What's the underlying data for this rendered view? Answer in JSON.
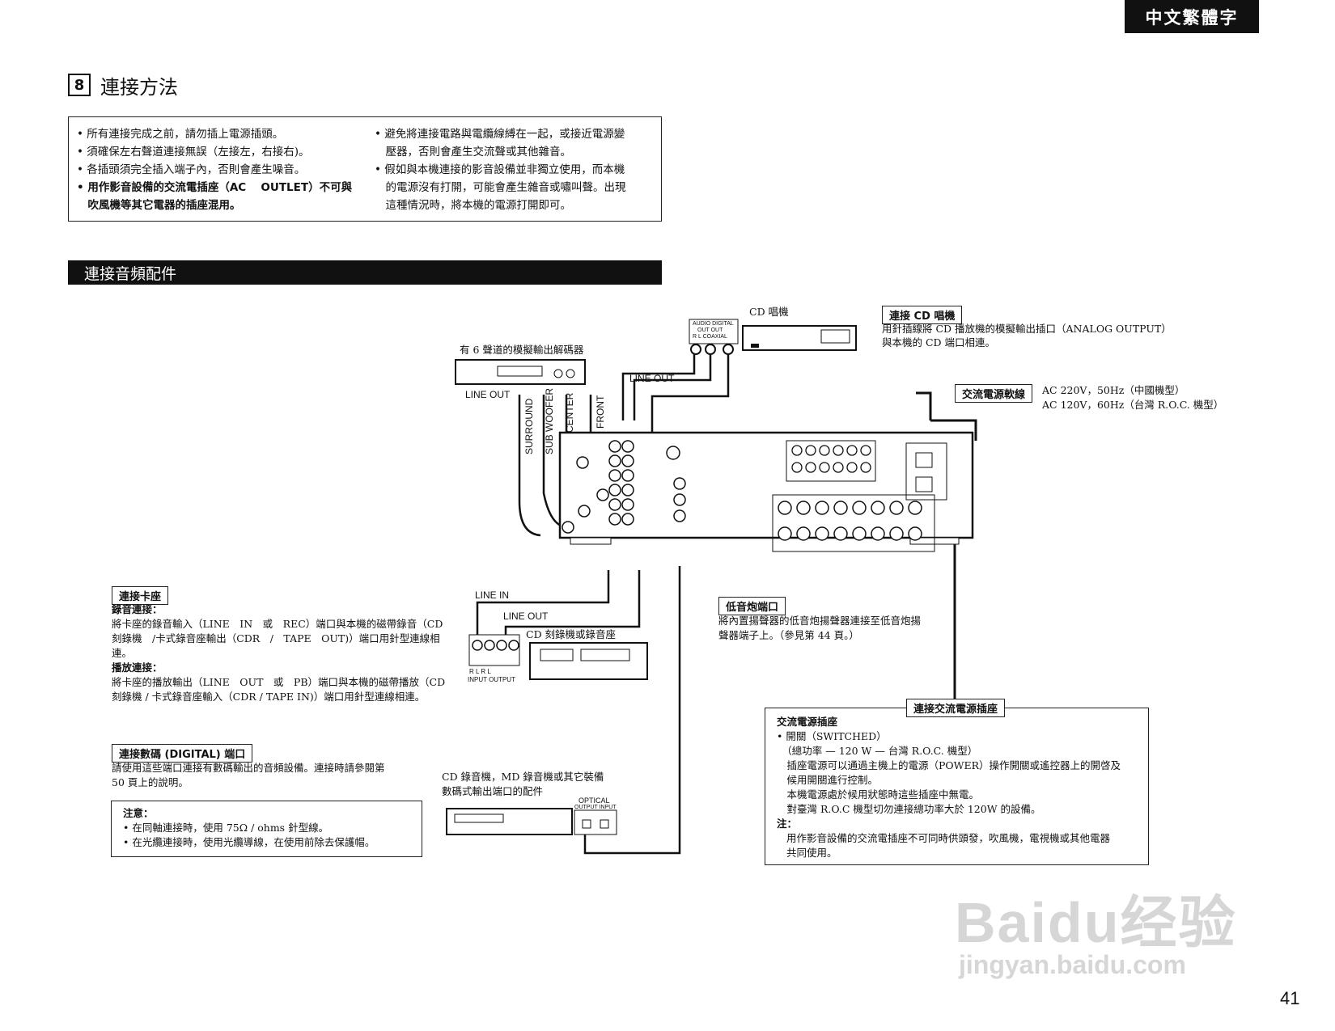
{
  "lang_tab": "中文繁體字",
  "section": {
    "number": "8",
    "title": "連接方法"
  },
  "notes": {
    "left": [
      "• 所有連接完成之前，請勿插上電源插頭。",
      "• 須確保左右聲道連接無誤（左接左，右接右)。",
      "• 各插頭須完全插入端子內，否則會產生噪音。",
      "• 用作影音設備的交流電插座（AC　 OUTLET）不可與",
      "　吹風機等其它電器的插座混用。"
    ],
    "right": [
      "• 避免將連接電路與電纜線縛在一起，或接近電源變",
      "　壓器，否則會產生交流聲或其他雜音。",
      "• 假如與本機連接的影音設備並非獨立使用，而本機",
      "　的電源沒有打開，可能會產生雜音或嘯叫聲。出現",
      "　這種情況時，將本機的電源打開即可。"
    ]
  },
  "bar_title": "連接音頻配件",
  "cd": {
    "device_label": "CD 唱機",
    "tag": "連接 CD 唱機",
    "desc": [
      "用針插線將 CD 播放機的模擬輸出插口（ANALOG OUTPUT）",
      "與本機的 CD 端口相連。"
    ],
    "jack_header": "AUDIO  DIGITAL",
    "jack_sub": "OUT    OUT",
    "jack_lr": "R    L   COAXIAL"
  },
  "power_cord": {
    "tag": "交流電源軟線",
    "lines": [
      "AC 220V，50Hz（中國機型）",
      "AC 120V，60Hz（台灣 R.O.C. 機型）"
    ]
  },
  "decoder": {
    "label": "有 6 聲道的模擬輸出解碼器",
    "line_out_left": "LINE OUT",
    "channels": [
      "SURROUND",
      "SUB WOOFER",
      "CENTER",
      "FRONT"
    ]
  },
  "cd_line_out": "LINE OUT",
  "tape": {
    "tag": "連接卡座",
    "rec_title": "錄音連接：",
    "rec_lines": [
      "將卡座的錄音輸入（LINE　IN　或　REC）端口與本機的磁帶錄音（CD",
      "刻錄機　/卡式錄音座輸出（CDR　/　TAPE　OUT)）端口用針型連線相",
      "連。"
    ],
    "play_title": "播放連接：",
    "play_lines": [
      "將卡座的播放輸出（LINE　OUT　或　PB）端口與本機的磁帶播放（CD",
      "刻錄機 / 卡式錄音座輸入（CDR / TAPE IN)）端口用針型連線相連。"
    ],
    "line_in": "LINE IN",
    "line_out": "LINE OUT",
    "device_label": "CD 刻錄機或錄音座",
    "jack_rl": "R    L    R    L",
    "jack_io": "INPUT   OUTPUT"
  },
  "subwoofer": {
    "tag": "低音炮端口",
    "lines": [
      "將內置揚聲器的低音炮揚聲器連接至低音炮揚",
      "聲器端子上。（參見第 44 頁。）"
    ]
  },
  "digital": {
    "tag": "連接數碼 (DIGITAL) 端口",
    "lines": [
      "請使用這些端口連接有數碼輸出的音頻設備。連接時請參閱第",
      "50 頁上的說明。"
    ],
    "device_label": [
      "CD 錄音機，MD 錄音機或其它裝備",
      "數碼式輸出端口的配件"
    ],
    "optical": "OPTICAL",
    "optical_io": "OUTPUT INPUT"
  },
  "caution": {
    "title": "注意：",
    "lines": [
      "• 在同軸連接時，使用 75Ω / ohms 針型線。",
      "• 在光纜連接時，使用光纜導線，在使用前除去保護帽。"
    ]
  },
  "ac_outlet": {
    "tag": "連接交流電源插座",
    "title": "交流電源插座",
    "lines": [
      "• 開關（SWITCHED）",
      "　（總功率 — 120 W — 台灣 R.O.C. 機型）",
      "　插座電源可以通過主機上的電源（POWER）操作開關或遙控器上的開啓及",
      "　候用開關進行控制。",
      "　本機電源處於候用狀態時這些插座中無電。",
      "　對臺灣 R.O.C 機型切勿連接總功率大於 120W 的設備。"
    ],
    "note_title": "注：",
    "note_lines": [
      "用作影音設備的交流電插座不可同時供頭發，吹風機，電視機或其他電器",
      "共同使用。"
    ]
  },
  "watermark": {
    "main": "Baidu经验",
    "sub": "jingyan.baidu.com"
  },
  "page_number": "41"
}
